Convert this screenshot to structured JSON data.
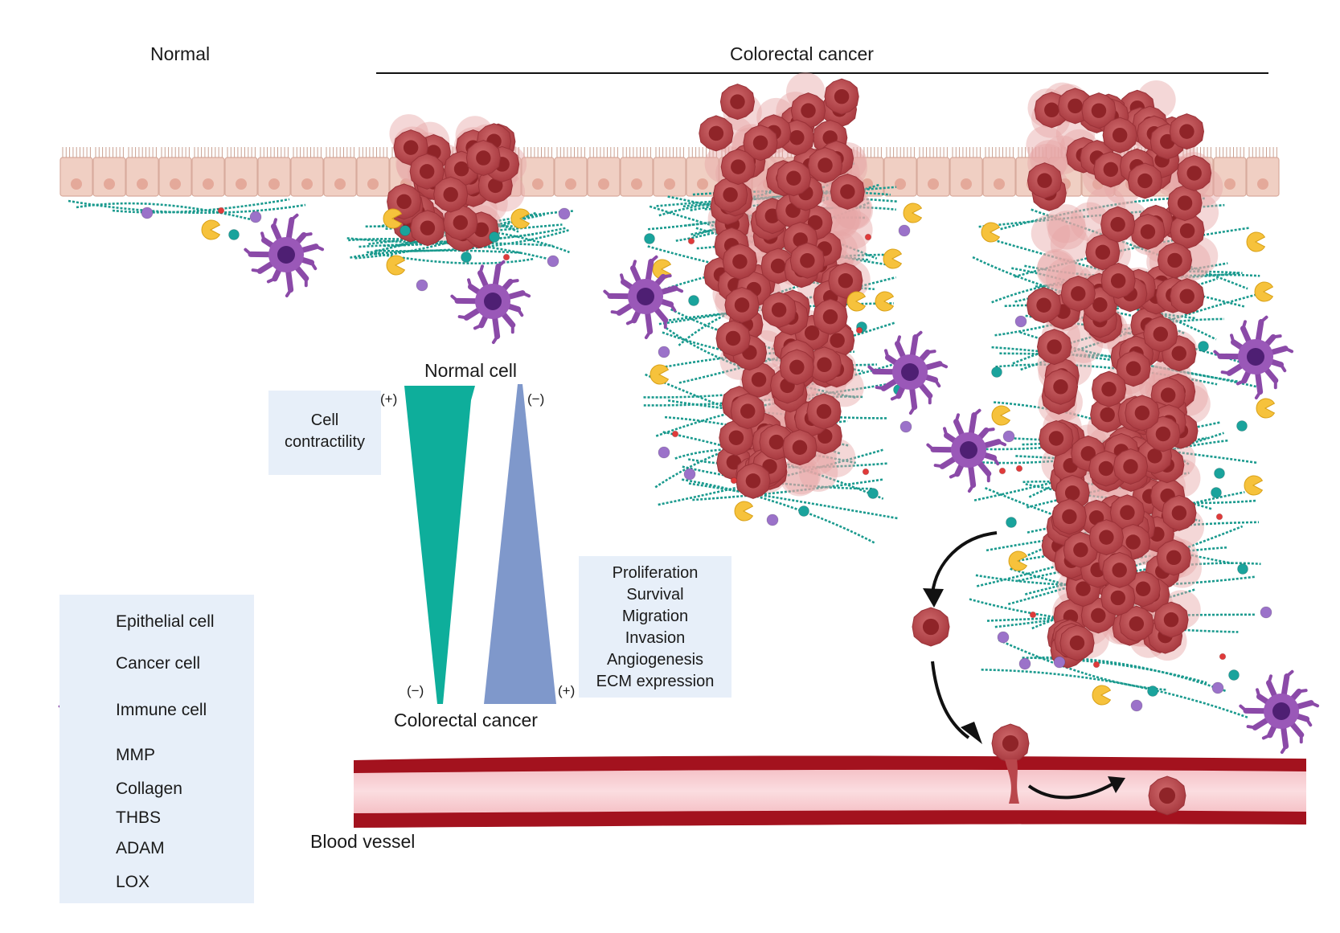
{
  "titles": {
    "normal": "Normal",
    "cancer": "Colorectal cancer"
  },
  "gradient": {
    "top_label": "Normal cell",
    "bottom_label": "Colorectal cancer",
    "left_top_sign": "(+)",
    "left_bottom_sign": "(−)",
    "right_top_sign": "(−)",
    "right_bottom_sign": "(+)",
    "left_box": [
      "Cell",
      "contractility"
    ],
    "right_box": [
      "Proliferation",
      "Survival",
      "Migration",
      "Invasion",
      "Angiogenesis",
      "ECM expression"
    ]
  },
  "vessel_label": "Blood vessel",
  "legend": [
    {
      "label": "Epithelial cell",
      "icon": "epithelial-cell-icon"
    },
    {
      "label": "Cancer cell",
      "icon": "cancer-cell-icon"
    },
    {
      "label": "Immune cell",
      "icon": "immune-cell-icon"
    },
    {
      "label": "MMP",
      "icon": "mmp-icon"
    },
    {
      "label": "Collagen",
      "icon": "collagen-icon"
    },
    {
      "label": "THBS",
      "icon": "thbs-icon"
    },
    {
      "label": "ADAM",
      "icon": "adam-icon"
    },
    {
      "label": "LOX",
      "icon": "lox-icon"
    }
  ],
  "colors": {
    "epithelium": "#f0cfc3",
    "epithelium_nucleus": "#e4a99a",
    "cancer_cell": "#b9474c",
    "cancer_nucleus": "#8f2428",
    "immune_cell": "#8b4aa8",
    "mmp": "#f6c23c",
    "collagen": "#1a9a8e",
    "thbs": "#9b72c9",
    "adam": "#1aa39c",
    "lox": "#e03a3a",
    "contractility_wedge": "#0eae9b",
    "ecm_wedge": "#7f98cb",
    "vessel_wall": "#a3121e",
    "vessel_lumen": "#f8cfd3",
    "panel_bg": "#e7eff9"
  }
}
